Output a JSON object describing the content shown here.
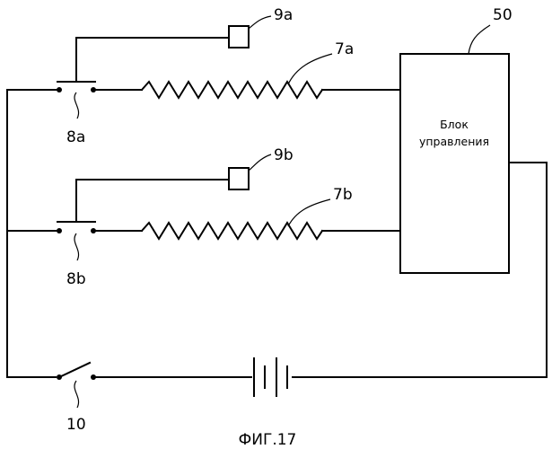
{
  "labels": {
    "switch_a": "8a",
    "switch_b": "8b",
    "sensor_a": "9a",
    "sensor_b": "9b",
    "heater_a": "7a",
    "heater_b": "7b",
    "control_unit_ref": "50",
    "main_switch": "10"
  },
  "control_unit": {
    "line1": "Блок",
    "line2": "управления"
  },
  "caption": "ФИГ.17"
}
